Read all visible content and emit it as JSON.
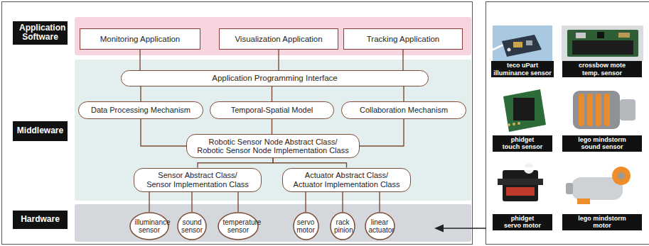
{
  "diagram": {
    "nodes": [
      {
        "text": [
          "Application Software"
        ]
      },
      {
        "text": [
          "Monitoring Application"
        ]
      },
      {
        "text": [
          "Visualization Application"
        ]
      },
      {
        "text": [
          "Tracking Application"
        ]
      },
      {
        "text": [
          "Middleware"
        ]
      },
      {
        "text": [
          "Application Programming Interface"
        ]
      },
      {
        "text": [
          "Data Processing Mechanism"
        ]
      },
      {
        "text": [
          "Temporal-Spatial Model"
        ]
      },
      {
        "text": [
          "Collaboration Mechanism"
        ]
      },
      {
        "text": [
          "Robotic Sensor Node Abstract Class/ Robotic Sensor Node Implementation Class"
        ]
      },
      {
        "text": [
          "Sensor Abstract Class/ Sensor Implementation Class"
        ]
      },
      {
        "text": [
          "Actuator Abstract Class/ Actuator Implementation Class"
        ]
      },
      {
        "text": [
          "Hardware"
        ]
      },
      {
        "text": [
          "illuminance sensor"
        ]
      },
      {
        "text": [
          "sound sensor"
        ]
      },
      {
        "text": [
          "temperature sensor"
        ]
      },
      {
        "text": [
          "servo motor"
        ]
      },
      {
        "text": [
          "rack pinion"
        ]
      },
      {
        "text": [
          "linear actuator"
        ]
      },
      {
        "text": [
          "teco uPart illuminance sensor"
        ]
      },
      {
        "text": [
          "crossbow mote temp. sensor"
        ]
      },
      {
        "text": [
          "phidget touch sensor"
        ]
      },
      {
        "text": [
          "lego mindstorm sound sensor"
        ]
      },
      {
        "text": [
          "phidget servo motor"
        ]
      },
      {
        "text": [
          "lego mindstorm motor"
        ]
      }
    ],
    "edges": [
      {
        "from": 1,
        "to": 5,
        "arrow": "none"
      },
      {
        "from": 2,
        "to": 5,
        "arrow": "none"
      },
      {
        "from": 3,
        "to": 5,
        "arrow": "none"
      },
      {
        "from": 5,
        "to": 6,
        "arrow": "none"
      },
      {
        "from": 5,
        "to": 7,
        "arrow": "none"
      },
      {
        "from": 5,
        "to": 8,
        "arrow": "none"
      },
      {
        "from": 6,
        "to": 9,
        "arrow": "none"
      },
      {
        "from": 7,
        "to": 9,
        "arrow": "none"
      },
      {
        "from": 8,
        "to": 9,
        "arrow": "none"
      },
      {
        "from": 9,
        "to": 10,
        "arrow": "none"
      },
      {
        "from": 9,
        "to": 11,
        "arrow": "none"
      },
      {
        "from": 10,
        "to": 13,
        "arrow": "none"
      },
      {
        "from": 10,
        "to": 14,
        "arrow": "none"
      },
      {
        "from": 10,
        "to": 15,
        "arrow": "none"
      },
      {
        "from": 11,
        "to": 16,
        "arrow": "none"
      },
      {
        "from": 11,
        "to": 17,
        "arrow": "none"
      },
      {
        "from": 11,
        "to": 18,
        "arrow": "none"
      }
    ]
  }
}
